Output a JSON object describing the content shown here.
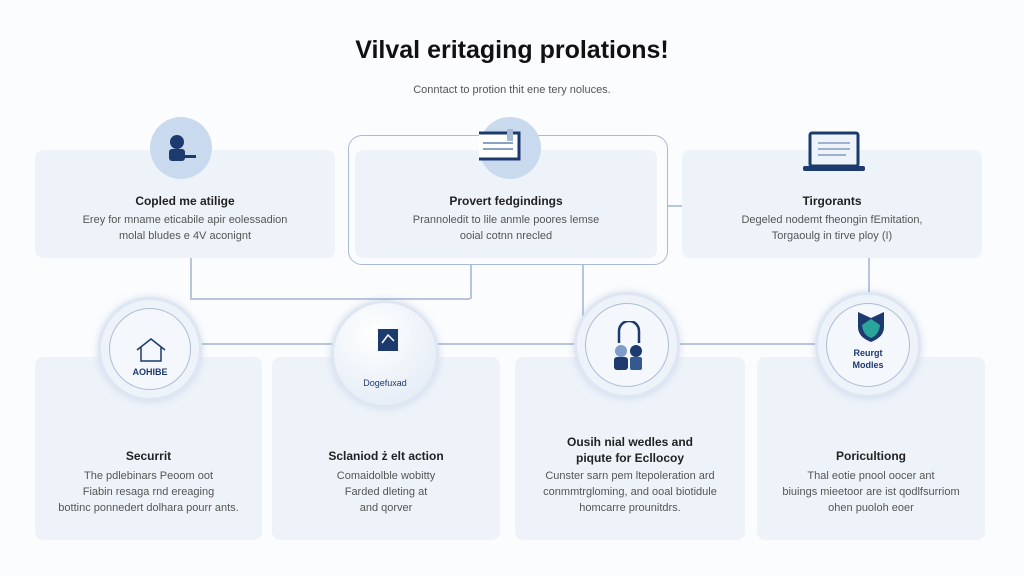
{
  "header": {
    "title": "Vilval eritaging prolations!",
    "subtitle": "Conntact to protion thit ene tery noluces."
  },
  "top_cards": [
    {
      "title": "Copled me atilige",
      "desc": [
        "Erey for mname eticabile apir eolessadion",
        "molal bludes e 4V aconignt"
      ],
      "icon": "person-desk-icon"
    },
    {
      "title": "Provert fedgindings",
      "desc": [
        "Prannoledit to lile anmle poores lemse",
        "ooial cotnn nrecled"
      ],
      "icon": "document-card-icon"
    },
    {
      "title": "Tirgorants",
      "desc": [
        "Degeled nodemt fheongin fEmitation,",
        "Torgaoulg in tirve ploy (I)"
      ],
      "icon": "laptop-icon"
    }
  ],
  "bottom_cards": [
    {
      "title": "Securrit",
      "desc": [
        "The pdlebinars Peoom oot",
        "Fiabin resaga rnd ereaging",
        "bottinc ponnedert dolhara pourr ants."
      ],
      "icon": "house-icon",
      "icon_label": "AOHIBE"
    },
    {
      "title": "Sclaniod ż elt action",
      "desc": [
        "Comaidolble wobitty",
        "Farded dleting at",
        "and qorver"
      ],
      "icon": "book-icon",
      "icon_label": "Dogefuxad"
    },
    {
      "title": [
        "Ousih nial wedles and",
        "piqute for Ecllocoy"
      ],
      "desc": [
        "Cunster sarn pem ltepoleration ard",
        "conmmtrgloming, and ooal biotidule",
        "homcarre prounitdrs."
      ],
      "icon": "people-icon"
    },
    {
      "title": "Poricultiong",
      "desc": [
        "Thal eotie pnool oocer ant",
        "biuings mieetoor are ist qodlfsurriom",
        "ohen puoloh eoer"
      ],
      "icon": "shield-icon",
      "icon_label": [
        "Reurgt",
        "Modles"
      ]
    }
  ],
  "colors": {
    "accent": "#1d3a6e",
    "card": "#eef3fa",
    "line": "#b7c6dd"
  }
}
